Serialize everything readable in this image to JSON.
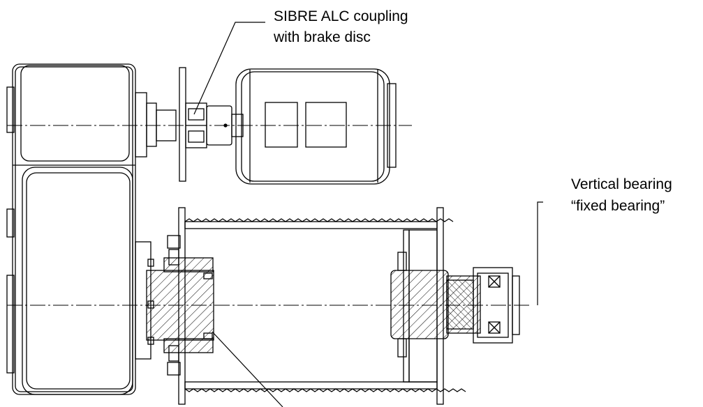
{
  "labels": {
    "coupling_line1": "SIBRE ALC coupling",
    "coupling_line2": "with brake disc",
    "bearing_line1": "Vertical bearing",
    "bearing_line2": "“fixed bearing”"
  }
}
